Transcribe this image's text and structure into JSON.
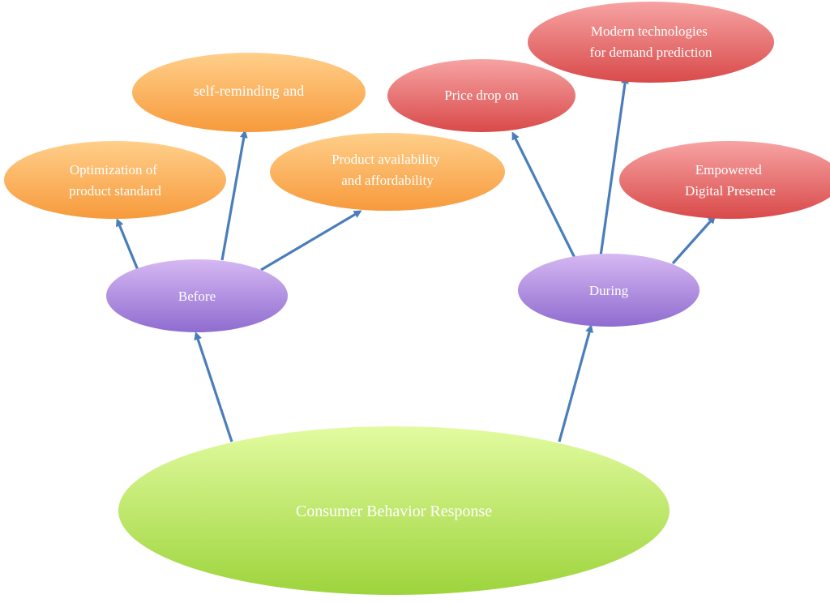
{
  "diagram": {
    "colors": {
      "root": [
        "#e2fba0",
        "#9dd43c"
      ],
      "phase": [
        "#d6b8f2",
        "#8f6cd0"
      ],
      "before_leaf": [
        "#ffcf8a",
        "#f79a3c"
      ],
      "during_leaf": [
        "#f7a3a3",
        "#d94a4a"
      ],
      "arrow": "#4a7ebb"
    },
    "root": {
      "label": "Consumer Behavior Response"
    },
    "before": {
      "label": "Before",
      "leaves": [
        {
          "lines": [
            "Optimization of",
            "product standard"
          ]
        },
        {
          "lines": [
            "self-reminding and"
          ]
        },
        {
          "lines": [
            "Product availability",
            "and affordability"
          ]
        }
      ]
    },
    "during": {
      "label": "During",
      "leaves": [
        {
          "lines": [
            "Price drop on"
          ]
        },
        {
          "lines": [
            "Modern technologies",
            "for demand prediction"
          ]
        },
        {
          "lines": [
            "Empowered",
            "Digital Presence"
          ]
        }
      ]
    }
  }
}
